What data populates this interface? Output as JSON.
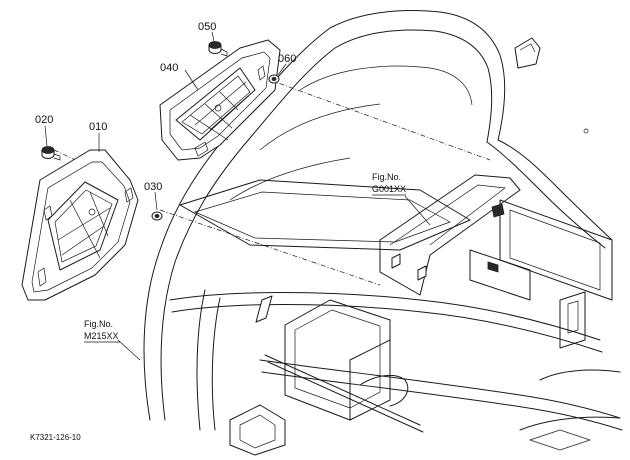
{
  "part_labels": {
    "p010": "010",
    "p020": "020",
    "p030": "030",
    "p040": "040",
    "p050": "050",
    "p060": "060"
  },
  "references": {
    "g001": {
      "line1": "Fig.No.",
      "line2": "G001XX"
    },
    "m215": {
      "line1": "Fig.No.",
      "line2": "M215XX"
    }
  },
  "drawing_code": "K7321-126-10"
}
